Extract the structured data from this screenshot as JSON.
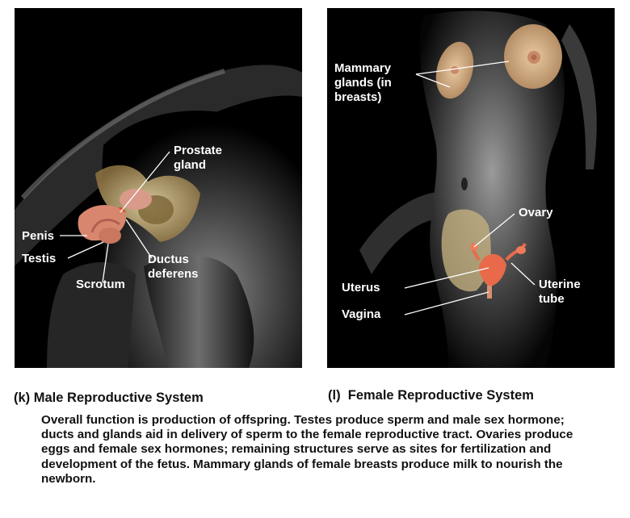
{
  "male": {
    "caption_letter": "(k)",
    "caption": "Male Reproductive System",
    "labels": {
      "prostate_1": "Prostate",
      "prostate_2": "gland",
      "penis": "Penis",
      "testis": "Testis",
      "scrotum": "Scrotum",
      "ductus_1": "Ductus",
      "ductus_2": "deferens"
    }
  },
  "female": {
    "caption_letter": "(l)",
    "caption": "Female Reproductive System",
    "labels": {
      "mammary_1": "Mammary",
      "mammary_2": "glands (in",
      "mammary_3": "breasts)",
      "ovary": "Ovary",
      "uterus": "Uterus",
      "vagina": "Vagina",
      "uterine_1": "Uterine",
      "uterine_2": "tube"
    }
  },
  "description": "Overall function is production of offspring. Testes produce sperm and male sex hormone; ducts and glands aid in delivery of sperm to the female reproductive tract. Ovaries produce eggs and female sex hormones; remaining structures serve as sites for fertilization and development of the fetus. Mammary glands of female breasts produce milk to nourish the newborn."
}
